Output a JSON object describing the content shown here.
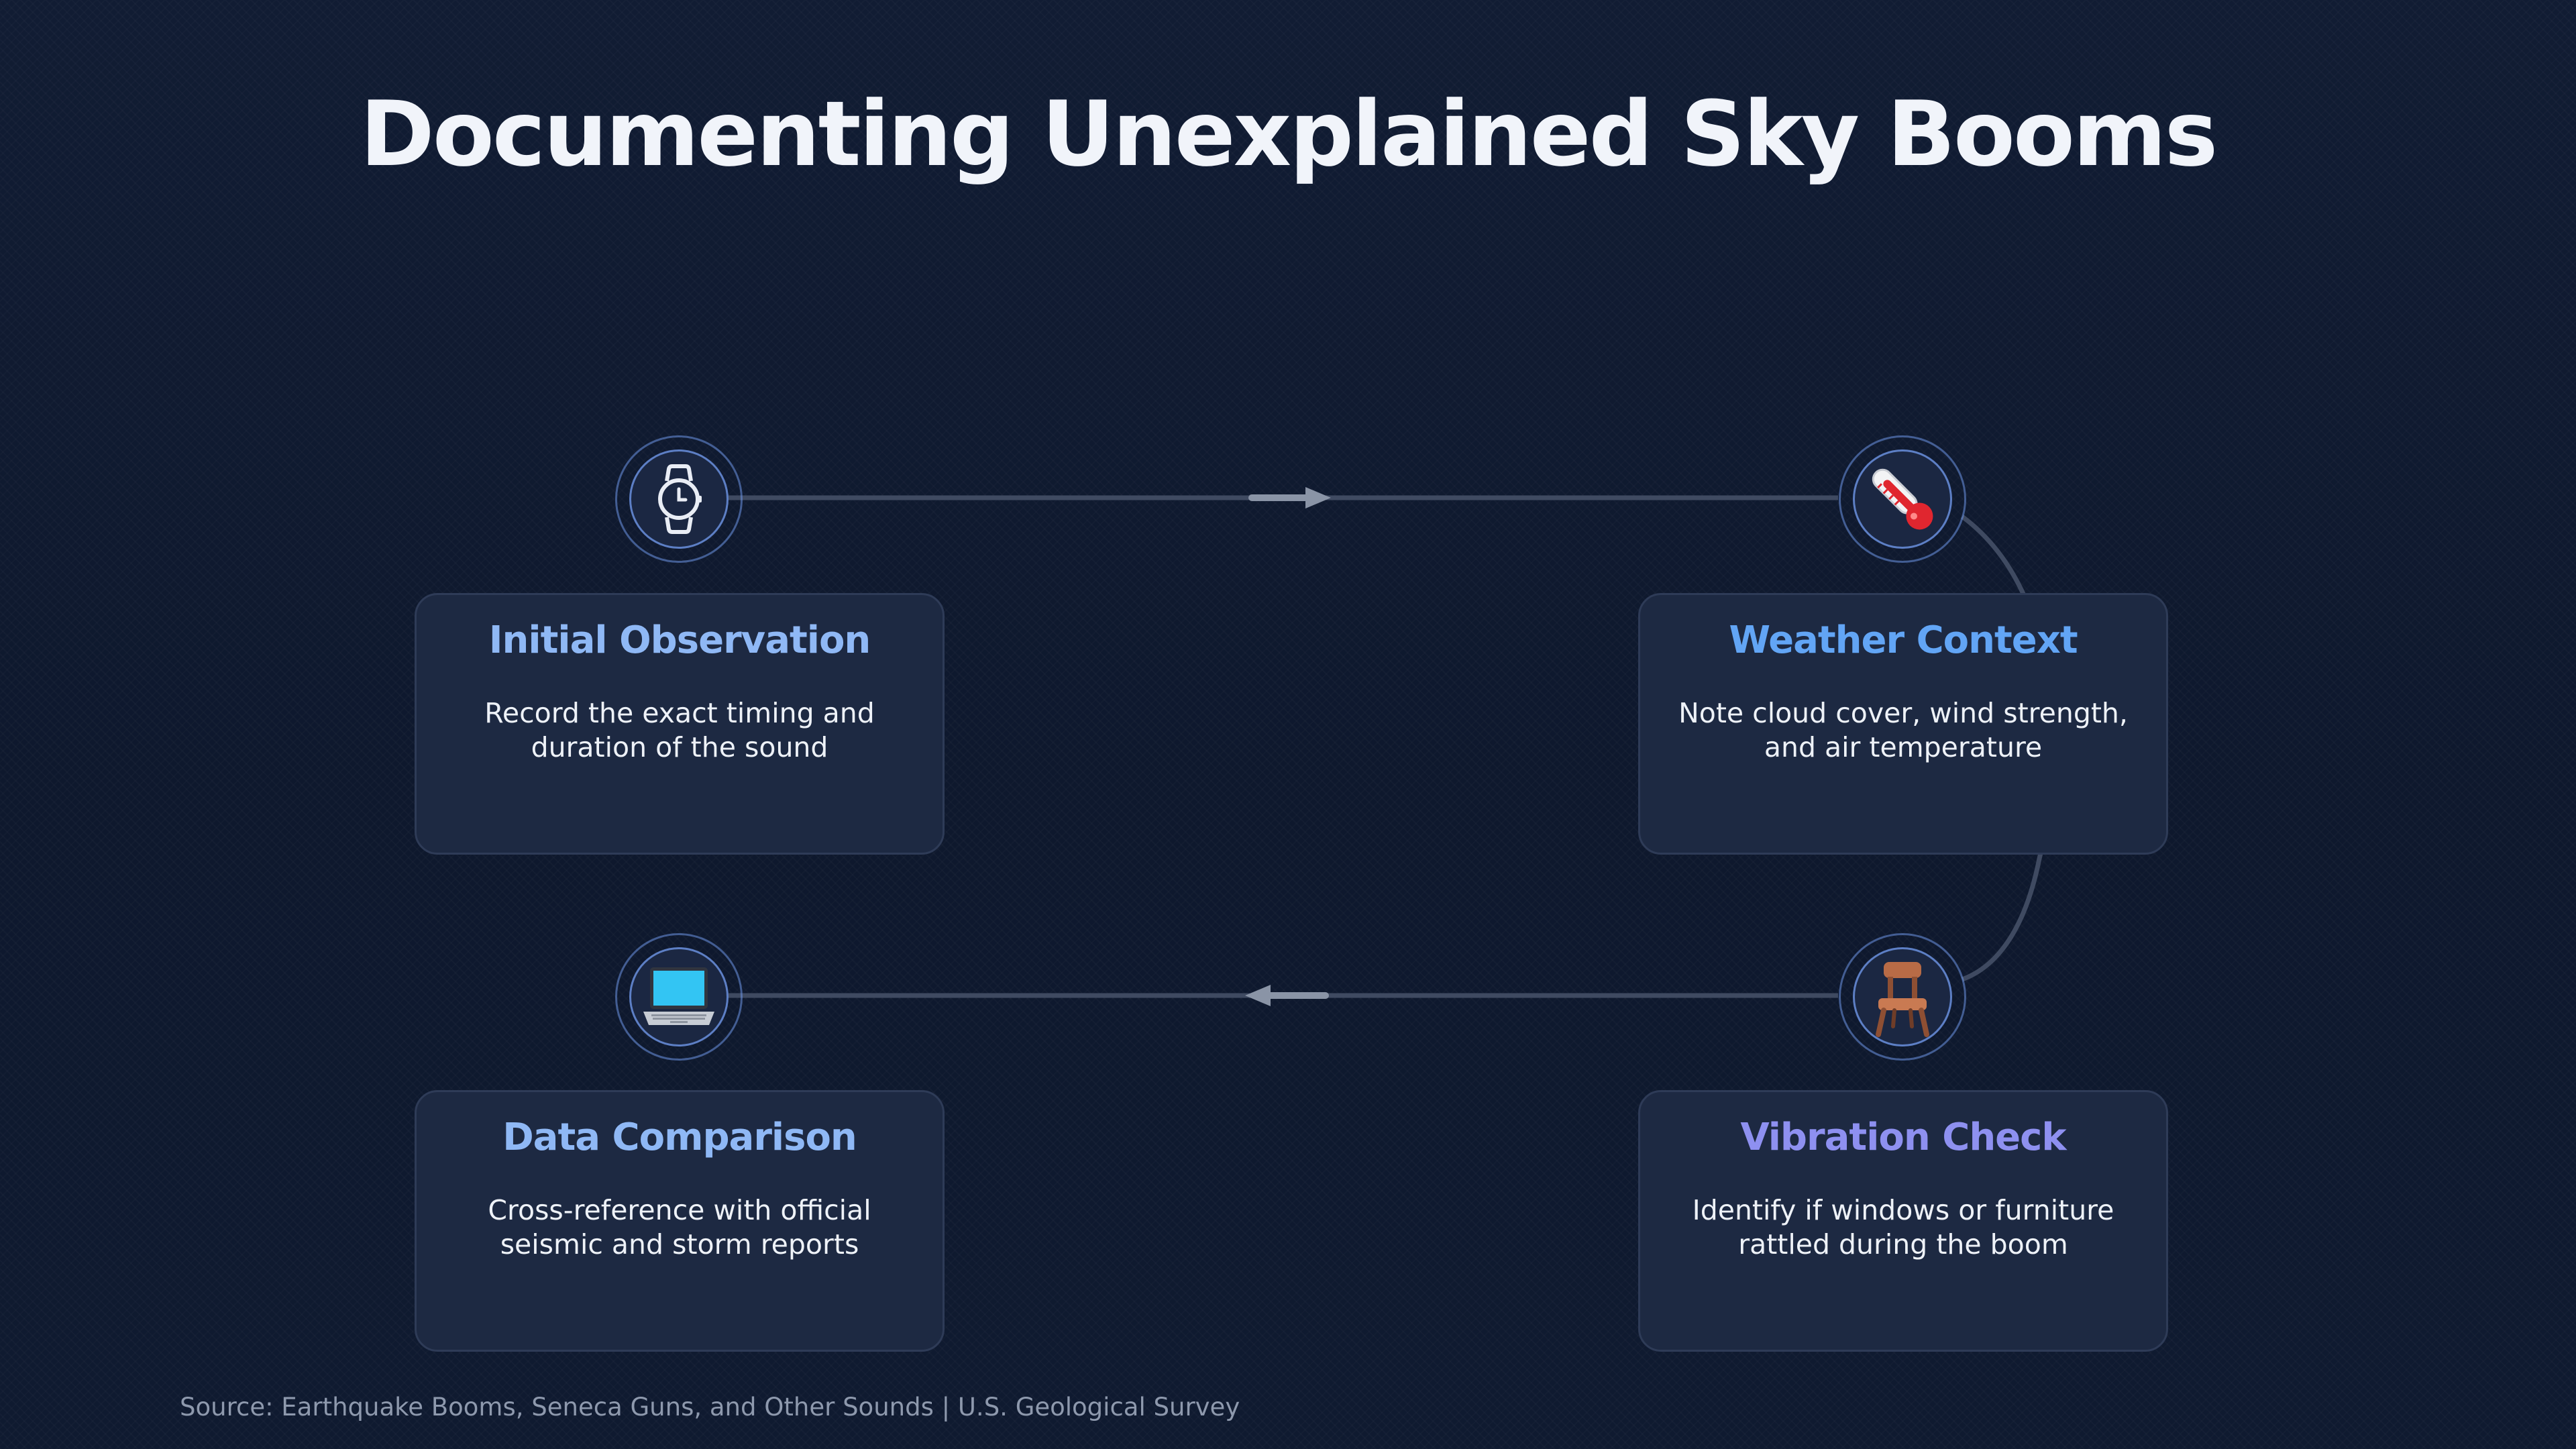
{
  "title": "Documenting Unexplained Sky Booms",
  "colors": {
    "background": "#0f1a30",
    "card": "#1d2942",
    "connector": "#3f4a61",
    "arrow": "#8a94a6",
    "title_blue": "#8fb8f5",
    "title_bright_blue": "#62a5f5",
    "title_violet": "#8e90f0"
  },
  "steps": [
    {
      "title": "Initial Observation",
      "description": "Record the exact timing and duration of the sound",
      "icon": "watch-icon",
      "title_color": "#8fb8f5"
    },
    {
      "title": "Weather Context",
      "description": "Note cloud cover, wind strength, and air temperature",
      "icon": "thermometer-icon",
      "title_color": "#62a5f5"
    },
    {
      "title": "Vibration Check",
      "description": "Identify if windows or furniture rattled during the boom",
      "icon": "chair-icon",
      "title_color": "#8e90f0"
    },
    {
      "title": "Data Comparison",
      "description": "Cross-reference with official seismic and storm reports",
      "icon": "laptop-icon",
      "title_color": "#8fb8f5"
    }
  ],
  "source": "Source: Earthquake Booms, Seneca Guns, and Other Sounds | U.S. Geological Survey"
}
